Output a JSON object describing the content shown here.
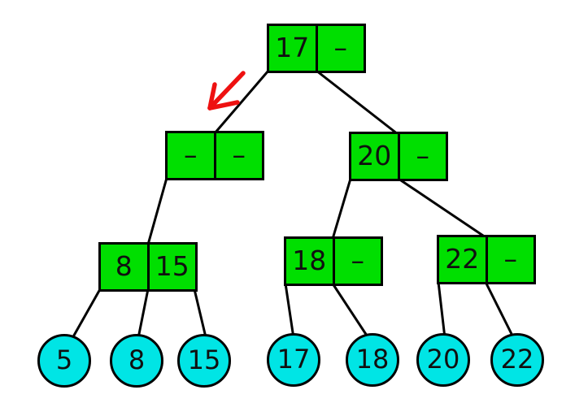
{
  "colors": {
    "node-fill": "#00df00",
    "leaf-fill": "#00e5e5",
    "stroke": "#000000",
    "arrow": "#ee1111",
    "background": "#ffffff",
    "text": "#101010"
  },
  "tree": {
    "internal_nodes": [
      {
        "name": "root",
        "cells": [
          "17",
          "–"
        ]
      },
      {
        "name": "left-child",
        "cells": [
          "–",
          "–"
        ]
      },
      {
        "name": "right-child",
        "cells": [
          "20",
          "–"
        ]
      },
      {
        "name": "left-grandchild",
        "cells": [
          "8",
          "15"
        ]
      },
      {
        "name": "middle-grandchild",
        "cells": [
          "18",
          "–"
        ]
      },
      {
        "name": "right-grandchild",
        "cells": [
          "22",
          "–"
        ]
      }
    ],
    "leaves": [
      "5",
      "8",
      "15",
      "17",
      "18",
      "20",
      "22"
    ]
  },
  "annotations": {
    "arrow_icon": "red-arrow-pointing-down-left-at-empty-left-child"
  }
}
